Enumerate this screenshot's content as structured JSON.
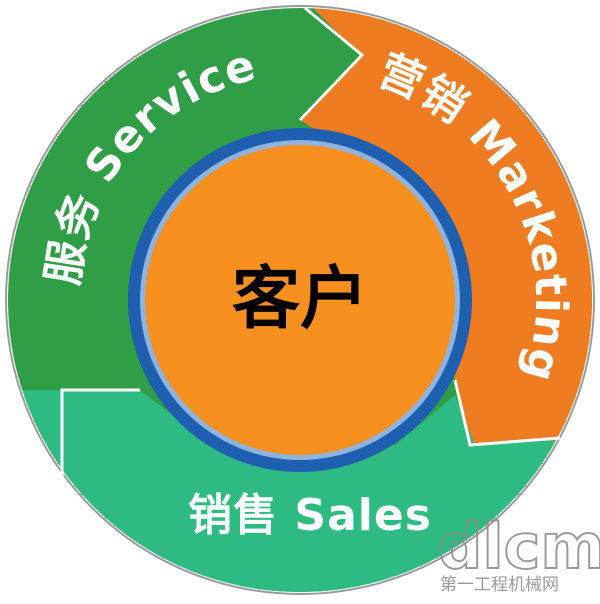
{
  "diagram": {
    "segments": [
      {
        "id": "service",
        "label": "服务 Service",
        "color": "#2f9e47"
      },
      {
        "id": "marketing",
        "label": "营销 Marketing",
        "color": "#f07c22"
      },
      {
        "id": "sales",
        "label": "销售 Sales",
        "color": "#2dbb82"
      }
    ],
    "center": {
      "label": "客户",
      "fill": "#f7901e",
      "ring": "#1f5fb0"
    }
  },
  "watermark": {
    "logo": "dlcm",
    "sub": "第一工程机械网"
  }
}
